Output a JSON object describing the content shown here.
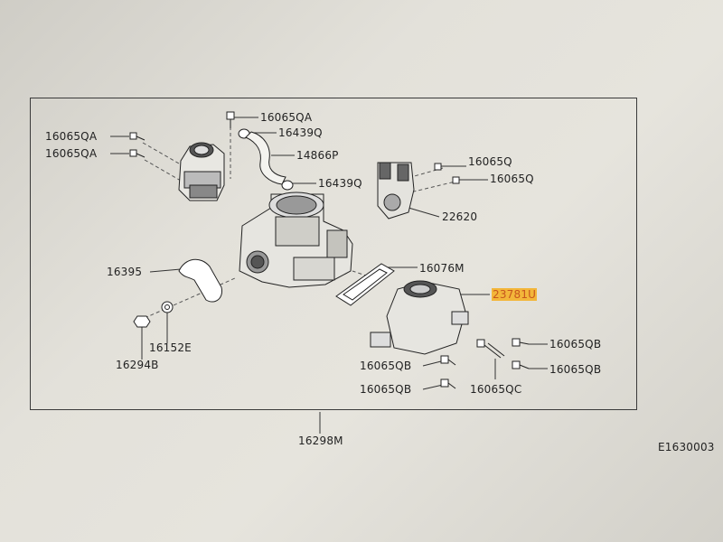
{
  "diagram": {
    "assembly_part": "16298M",
    "figure_code": "E1630003",
    "highlight_color": "#f3b63a",
    "labels": {
      "p16065QA_top": "16065QA",
      "p16065QA_left1": "16065QA",
      "p16065QA_left2": "16065QA",
      "p16439Q_top": "16439Q",
      "p14866P": "14866P",
      "p16439Q_mid": "16439Q",
      "p16065Q_1": "16065Q",
      "p16065Q_2": "16065Q",
      "p22620": "22620",
      "p16395": "16395",
      "p16076M": "16076M",
      "p23781U": "23781U",
      "p16152E": "16152E",
      "p16294B": "16294B",
      "p16065QB_r1": "16065QB",
      "p16065QB_r2": "16065QB",
      "p16065QB_l1": "16065QB",
      "p16065QB_l2": "16065QB",
      "p16065QC": "16065QC"
    }
  }
}
